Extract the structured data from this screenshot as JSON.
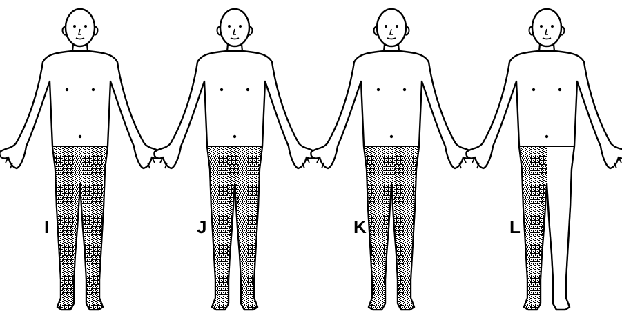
{
  "figures": [
    {
      "label": "I",
      "shading": "both-legs"
    },
    {
      "label": "J",
      "shading": "both-legs"
    },
    {
      "label": "K",
      "shading": "both-legs"
    },
    {
      "label": "L",
      "shading": "right-leg"
    }
  ],
  "colors": {
    "outline": "#000000",
    "background": "#ffffff",
    "fill": "#ffffff"
  }
}
